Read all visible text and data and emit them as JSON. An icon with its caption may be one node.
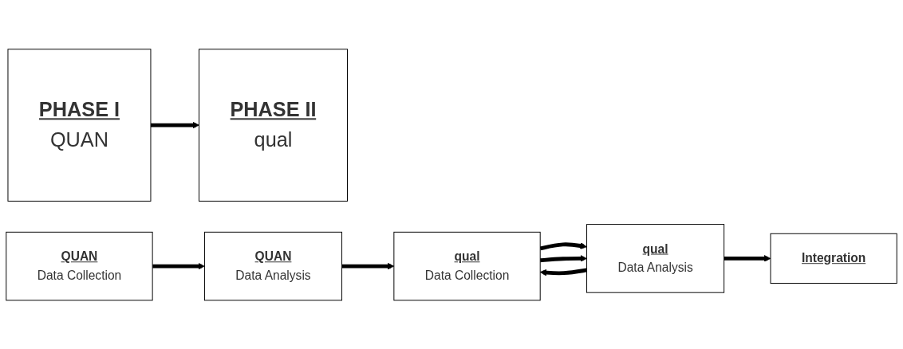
{
  "diagram": {
    "nodes": [
      {
        "text": [
          "PHASE I",
          "QUAN"
        ]
      },
      {
        "text": [
          "PHASE II",
          "qual"
        ]
      },
      {
        "text": [
          "QUAN",
          "Data Collection"
        ]
      },
      {
        "text": [
          "QUAN",
          "Data Analysis"
        ]
      },
      {
        "text": [
          "qual",
          "Data Collection"
        ]
      },
      {
        "text": [
          "qual",
          "Data Analysis"
        ]
      },
      {
        "text": [
          "Integration"
        ]
      }
    ],
    "edges": [
      {
        "from": 0,
        "to": 1,
        "arrow": "to"
      },
      {
        "from": 2,
        "to": 3,
        "arrow": "to"
      },
      {
        "from": 3,
        "to": 4,
        "arrow": "to"
      },
      {
        "from": 4,
        "to": 5,
        "arrow": "to"
      },
      {
        "from": 5,
        "to": 6,
        "arrow": "to"
      },
      {
        "from": 4,
        "to": 5,
        "arrow": "to"
      },
      {
        "from": 5,
        "to": 4,
        "arrow": "to"
      }
    ]
  }
}
